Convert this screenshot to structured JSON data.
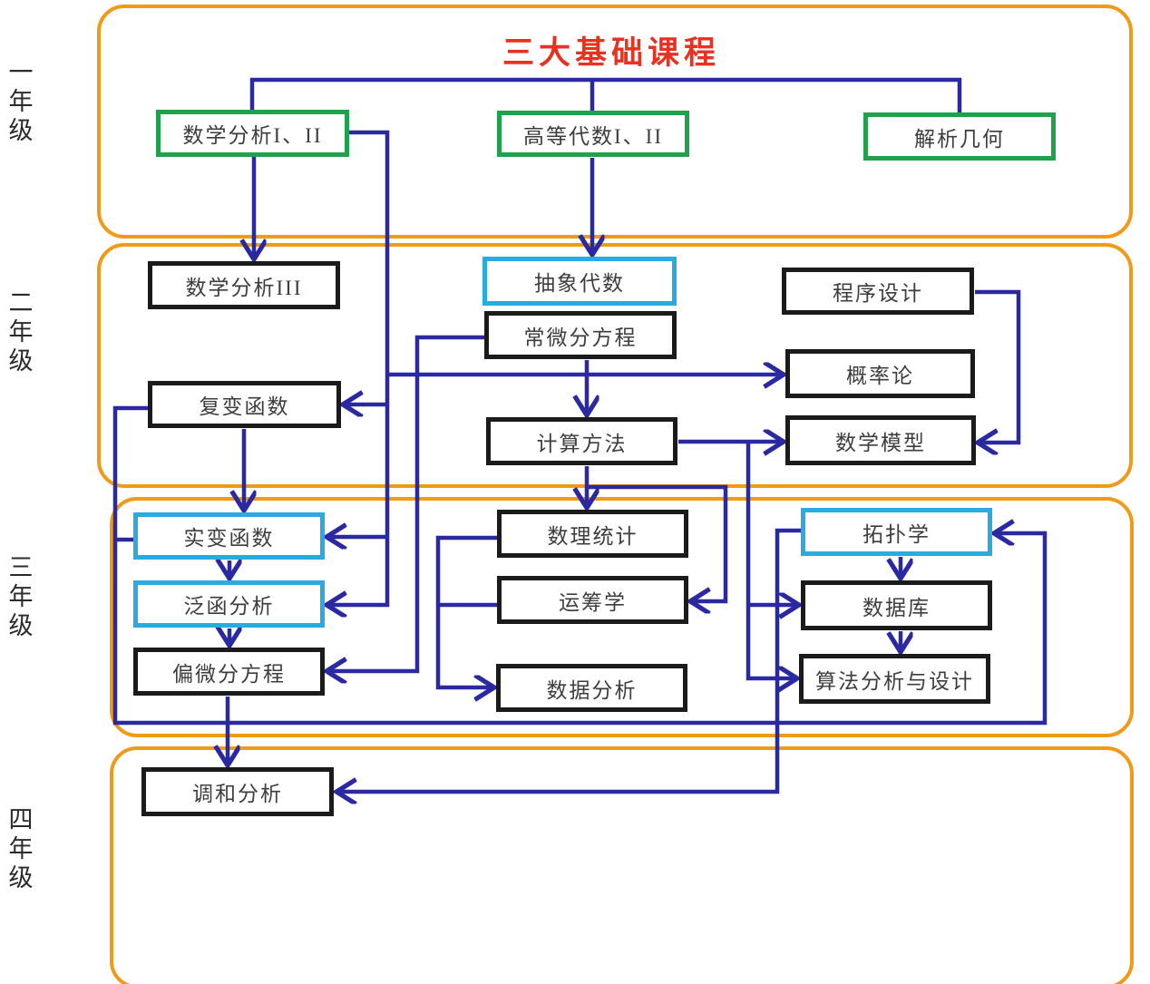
{
  "title": {
    "text": "三大基础课程"
  },
  "year_labels": [
    {
      "id": "year-1",
      "label": "一年级"
    },
    {
      "id": "year-2",
      "label": "二年级"
    },
    {
      "id": "year-3",
      "label": "三年级"
    },
    {
      "id": "year-4",
      "label": "四年级"
    }
  ],
  "colors": {
    "container_orange": "#f09a18",
    "edge_navy": "#2a29a1",
    "foundation_green": "#1fa24b",
    "highlight_cyan": "#29abe2",
    "box_black": "#1b1b1b",
    "title_red": "#e8311f",
    "text_gray": "#3d3d3d"
  },
  "nodes": {
    "math_analysis_1_2": {
      "label": "数学分析I、II",
      "style": "green",
      "year": 1
    },
    "advanced_algebra_1_2": {
      "label": "高等代数I、II",
      "style": "green",
      "year": 1
    },
    "analytic_geometry": {
      "label": "解析几何",
      "style": "green",
      "year": 1
    },
    "math_analysis_3": {
      "label": "数学分析III",
      "style": "black",
      "year": 2
    },
    "abstract_algebra": {
      "label": "抽象代数",
      "style": "cyan",
      "year": 2
    },
    "ode": {
      "label": "常微分方程",
      "style": "black",
      "year": 2
    },
    "programming": {
      "label": "程序设计",
      "style": "black",
      "year": 2
    },
    "probability": {
      "label": "概率论",
      "style": "black",
      "year": 2
    },
    "complex_function": {
      "label": "复变函数",
      "style": "black",
      "year": 2
    },
    "computing_method": {
      "label": "计算方法",
      "style": "black",
      "year": 2
    },
    "math_model": {
      "label": "数学模型",
      "style": "black",
      "year": 2
    },
    "real_function": {
      "label": "实变函数",
      "style": "cyan",
      "year": 3
    },
    "functional_analysis": {
      "label": "泛函分析",
      "style": "cyan",
      "year": 3
    },
    "pde": {
      "label": "偏微分方程",
      "style": "black",
      "year": 3
    },
    "math_statistics": {
      "label": "数理统计",
      "style": "black",
      "year": 3
    },
    "operations_research": {
      "label": "运筹学",
      "style": "black",
      "year": 3
    },
    "data_analysis": {
      "label": "数据分析",
      "style": "black",
      "year": 3
    },
    "topology": {
      "label": "拓扑学",
      "style": "cyan",
      "year": 3
    },
    "database": {
      "label": "数据库",
      "style": "black",
      "year": 3
    },
    "algorithm_design": {
      "label": "算法分析与设计",
      "style": "black",
      "year": 3
    },
    "harmonic_analysis": {
      "label": "调和分析",
      "style": "black",
      "year": 4
    }
  },
  "edges": [
    {
      "from": "三大基础课程",
      "to": "数学分析I、II"
    },
    {
      "from": "三大基础课程",
      "to": "高等代数I、II"
    },
    {
      "from": "三大基础课程",
      "to": "解析几何"
    },
    {
      "from": "数学分析I、II",
      "to": "数学分析III"
    },
    {
      "from": "数学分析I、II",
      "to": "复变函数"
    },
    {
      "from": "数学分析I、II",
      "to": "概率论"
    },
    {
      "from": "数学分析I、II",
      "to": "实变函数"
    },
    {
      "from": "数学分析I、II",
      "to": "泛函分析"
    },
    {
      "from": "高等代数I、II",
      "to": "抽象代数"
    },
    {
      "from": "常微分方程",
      "to": "计算方法"
    },
    {
      "from": "常微分方程",
      "to": "偏微分方程"
    },
    {
      "from": "程序设计",
      "to": "数学模型"
    },
    {
      "from": "计算方法",
      "to": "数学模型"
    },
    {
      "from": "计算方法",
      "to": "数理统计"
    },
    {
      "from": "计算方法",
      "to": "运筹学"
    },
    {
      "from": "计算方法",
      "to": "数据库"
    },
    {
      "from": "计算方法",
      "to": "算法分析与设计"
    },
    {
      "from": "复变函数",
      "to": "实变函数"
    },
    {
      "from": "复变函数",
      "to": "拓扑学"
    },
    {
      "from": "数理统计",
      "to": "数据分析"
    },
    {
      "from": "运筹学",
      "to": "数据分析"
    },
    {
      "from": "实变函数",
      "to": "泛函分析"
    },
    {
      "from": "泛函分析",
      "to": "偏微分方程"
    },
    {
      "from": "拓扑学",
      "to": "数据库"
    },
    {
      "from": "数据库",
      "to": "算法分析与设计"
    },
    {
      "from": "偏微分方程",
      "to": "调和分析"
    },
    {
      "from": "拓扑学",
      "to": "调和分析"
    }
  ]
}
